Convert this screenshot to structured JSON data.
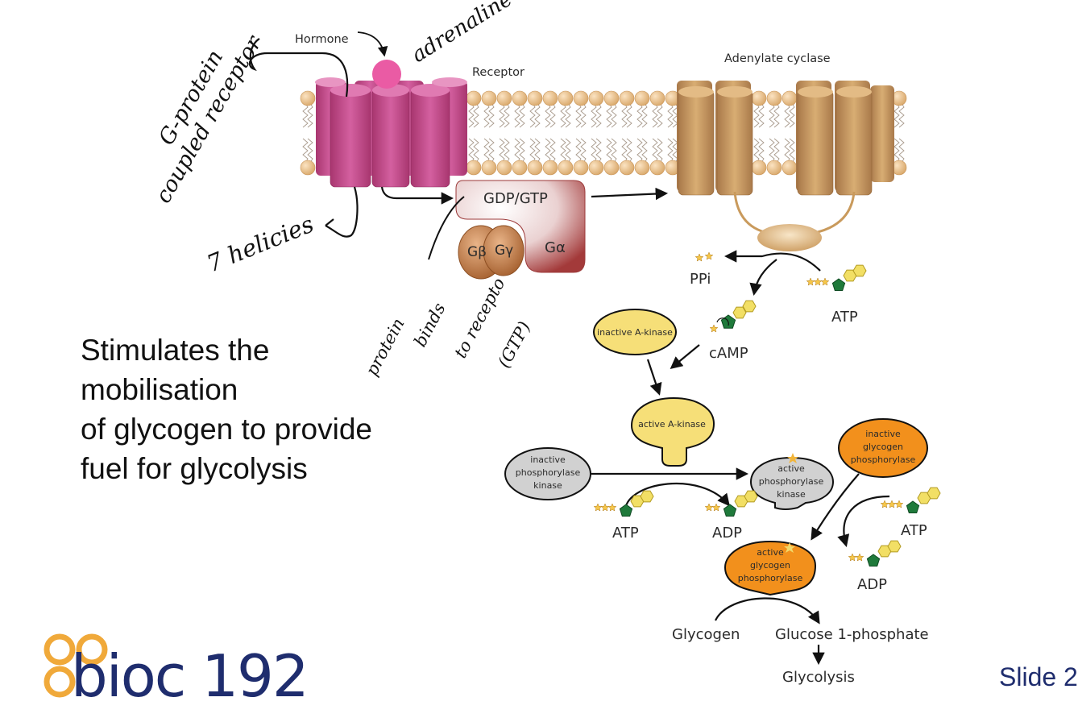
{
  "diagram": {
    "labels": {
      "hormone": "Hormone",
      "receptor": "Receptor",
      "adenylate_cyclase": "Adenylate cyclase",
      "gdp_gtp": "GDP/GTP",
      "g_beta": "Gβ",
      "g_gamma": "Gγ",
      "g_alpha": "Gα",
      "ppi": "PPi",
      "atp": "ATP",
      "camp": "cAMP",
      "inactive_a_kinase": "inactive A-kinase",
      "active_a_kinase": "active A-kinase",
      "inactive_phosphorylase_kinase": [
        "inactive",
        "phosphorylase",
        "kinase"
      ],
      "active_phosphorylase_kinase": [
        "active",
        "phosphorylase",
        "kinase"
      ],
      "inactive_glycogen_phosphorylase": [
        "inactive",
        "glycogen",
        "phosphorylase"
      ],
      "active_glycogen_phosphorylase": [
        "active",
        "glycogen",
        "phosphorylase"
      ],
      "adp": "ADP",
      "glycogen": "Glycogen",
      "glucose_1_phosphate": "Glucose 1-phosphate",
      "glycolysis": "Glycolysis"
    },
    "handwritten": {
      "adrenaline": "adrenaline",
      "g_protein": "G-protein",
      "coupled_receptor": "coupled receptor",
      "seven_helicies": "7 helicies",
      "protein": "protein",
      "binds": "binds",
      "to_receptor": "to recepto",
      "gtp": "(GTP)"
    },
    "colors": {
      "receptor": "#c94f8c",
      "hormone": "#ea5ba4",
      "cyclase": "#c99a5c",
      "lipid_head": "#ebc28f",
      "g_protein": "#a33a3a",
      "g_subunit": "#b9733f",
      "a_kinase": "#f6df78",
      "phosphorylase_kinase": "#d1d1d1",
      "glycogen_phosphorylase": "#f2901c",
      "nucleotide_green": "#1f7a3b",
      "nucleotide_yellow": "#f2df65"
    }
  },
  "caption": {
    "lines": [
      "Stimulates the",
      "mobilisation",
      "of glycogen to provide",
      "fuel for glycolysis"
    ]
  },
  "logo": {
    "text": "bioc 192",
    "color_blue": "#1f2d6e",
    "color_orange": "#f0a93a"
  },
  "footer": {
    "slide": "Slide 2"
  }
}
